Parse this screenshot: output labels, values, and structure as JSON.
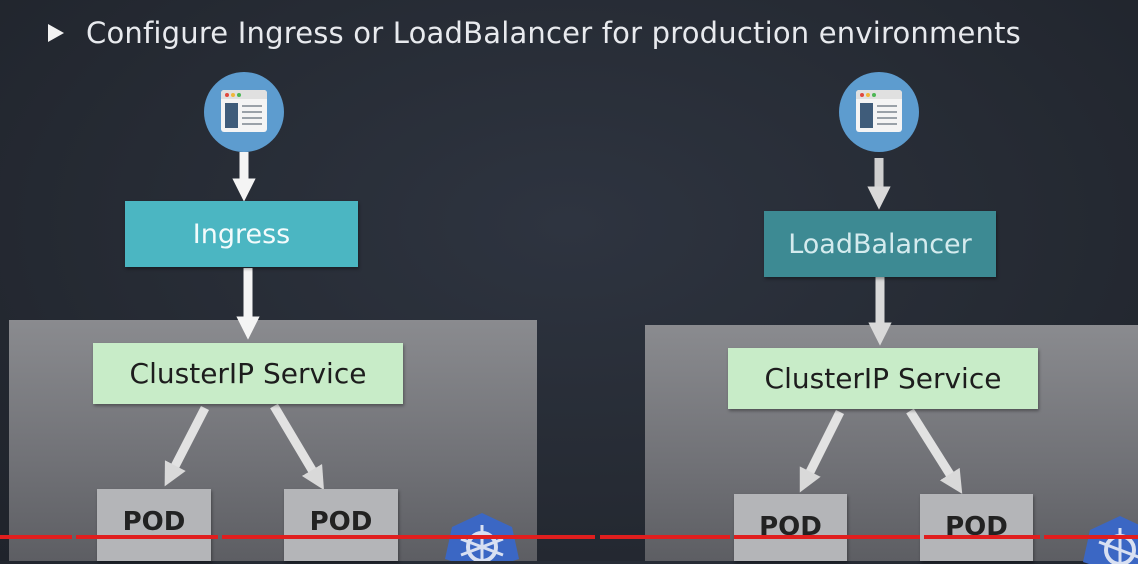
{
  "header": {
    "bullet_text": "Configure Ingress or LoadBalancer for production environments"
  },
  "left": {
    "entry": "Ingress",
    "service": "ClusterIP Service",
    "pods": [
      "POD",
      "POD"
    ]
  },
  "right": {
    "entry": "LoadBalancer",
    "service": "ClusterIP Service",
    "pods": [
      "POD",
      "POD"
    ]
  },
  "icons": [
    "browser-client-icon",
    "kubernetes-logo-icon",
    "play-bullet-icon"
  ],
  "colors": {
    "ingress": "#4bb6c2",
    "loadbalancer": "#3d8a93",
    "service": "#c8ecc8",
    "pod": "#b4b5b8",
    "client": "#5d9ccf",
    "cluster": "#76777b"
  }
}
